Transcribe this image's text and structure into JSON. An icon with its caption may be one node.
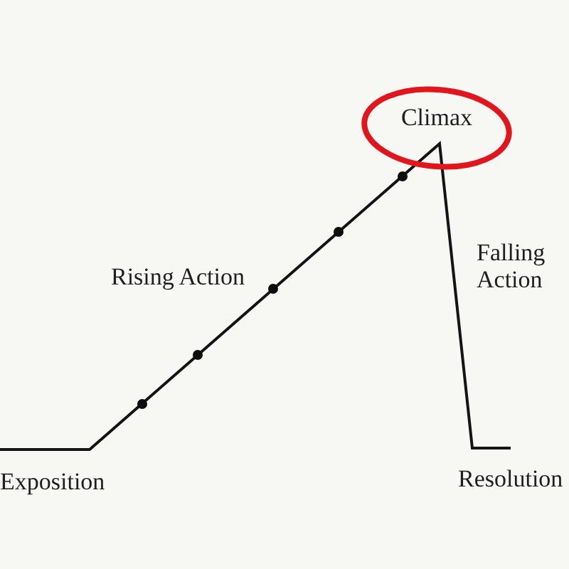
{
  "diagram": {
    "nodes": [
      {
        "text": [
          "Climax"
        ]
      }
    ],
    "labels": [
      "Rising Action",
      "Falling Action",
      "Exposition",
      "Resolution"
    ]
  }
}
